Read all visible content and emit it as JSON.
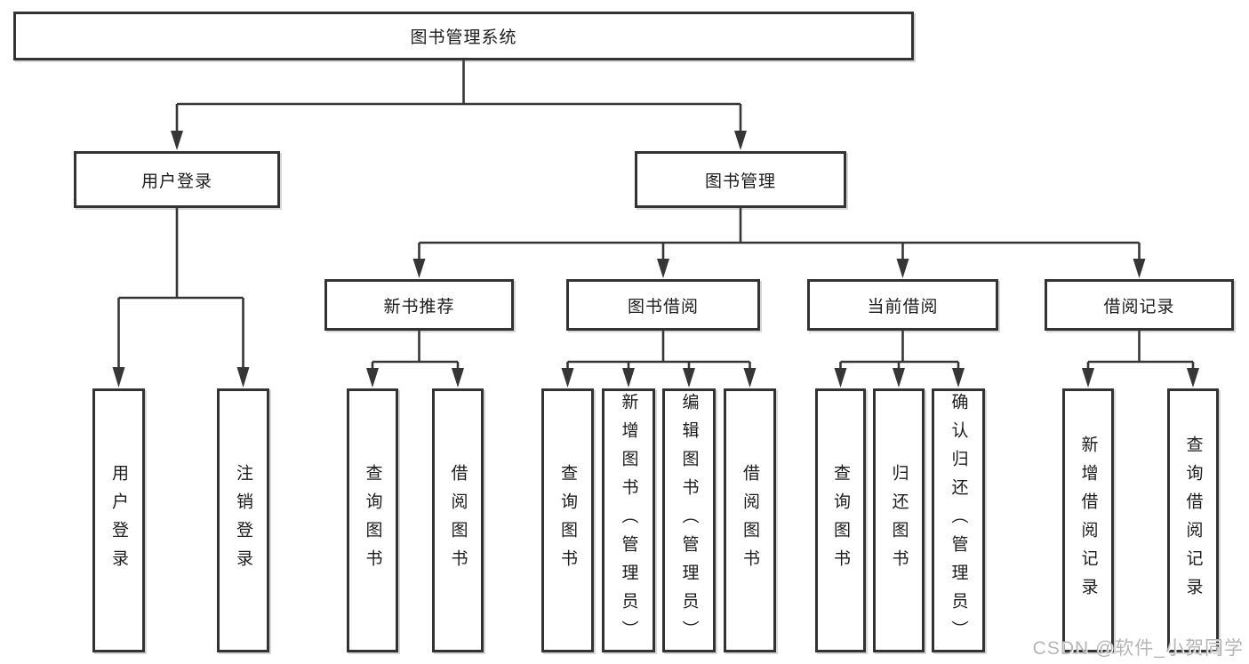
{
  "diagram": {
    "colors": {
      "line": "#363636",
      "box_border": "#333333",
      "box_fill": "#ffffff",
      "text": "#1c1c1c",
      "watermark": "#b5b5b5"
    },
    "watermark": "CSDN @软件_小贺同学",
    "nodes": {
      "root": {
        "label": "图书管理系统"
      },
      "user_login": {
        "label": "用户登录"
      },
      "book_mgmt": {
        "label": "图书管理"
      },
      "new_book_rec": {
        "label": "新书推荐"
      },
      "book_borrow": {
        "label": "图书借阅"
      },
      "current_borrow": {
        "label": "当前借阅"
      },
      "borrow_record": {
        "label": "借阅记录"
      },
      "leaf_user_login": {
        "label": "用户登录"
      },
      "leaf_logout": {
        "label": "注销登录"
      },
      "leaf_query_book_1": {
        "label": "查询图书"
      },
      "leaf_borrow_book_1": {
        "label": "借阅图书"
      },
      "leaf_query_book_2": {
        "label": "查询图书"
      },
      "leaf_add_book": {
        "label": "新增图书（管理员）"
      },
      "leaf_edit_book": {
        "label": "编辑图书（管理员）"
      },
      "leaf_borrow_book_2": {
        "label": "借阅图书"
      },
      "leaf_query_book_3": {
        "label": "查询图书"
      },
      "leaf_return_book": {
        "label": "归还图书"
      },
      "leaf_confirm_return": {
        "label": "确认归还（管理员）"
      },
      "leaf_add_record": {
        "label": "新增借阅记录"
      },
      "leaf_query_record": {
        "label": "查询借阅记录"
      }
    }
  }
}
